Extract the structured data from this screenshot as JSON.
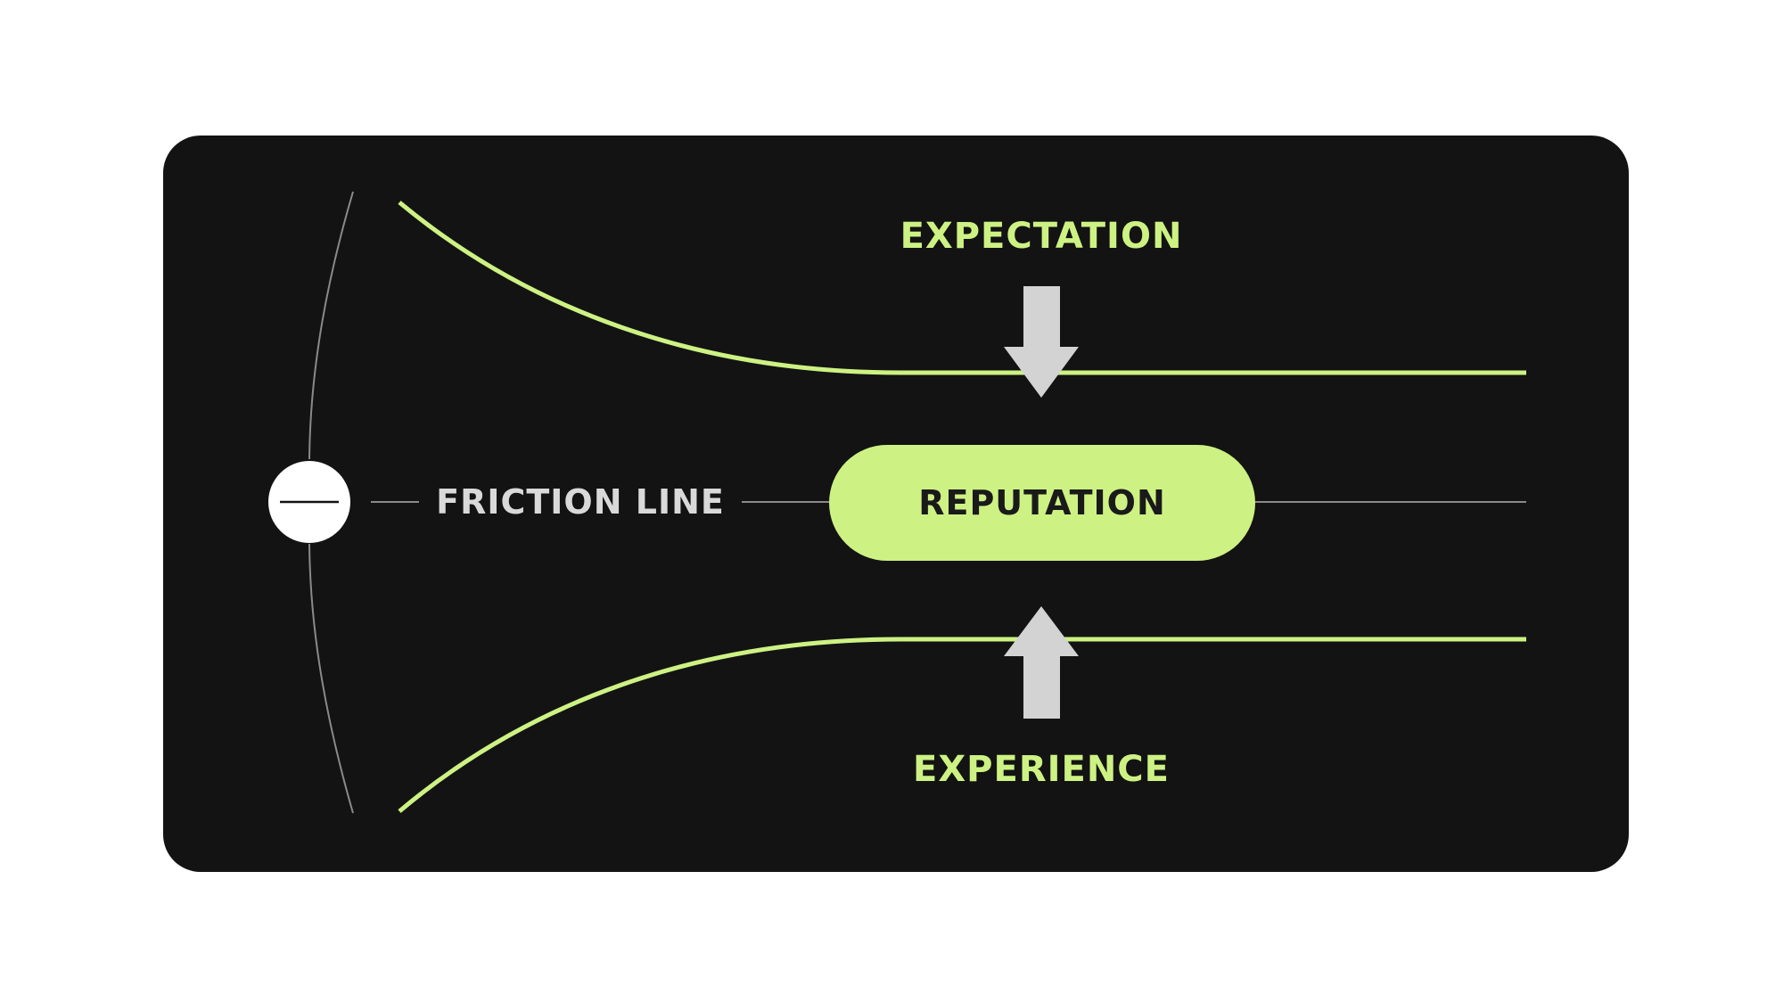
{
  "diagram": {
    "top_label": "EXPECTATION",
    "bottom_label": "EXPERIENCE",
    "center_label": "REPUTATION",
    "axis_label": "FRICTION LINE"
  },
  "colors": {
    "background": "#ffffff",
    "panel": "#131313",
    "accent": "#cdf283",
    "arrow": "#d3d3d3",
    "thin_line": "#8a8a8a",
    "axis_label": "#d9d9d9",
    "pill_text": "#1a1a1a",
    "node_fill": "#ffffff",
    "node_dash": "#131313"
  },
  "icons": {
    "node": "minus-circle-icon",
    "top_arrow": "arrow-down-icon",
    "bottom_arrow": "arrow-up-icon"
  }
}
